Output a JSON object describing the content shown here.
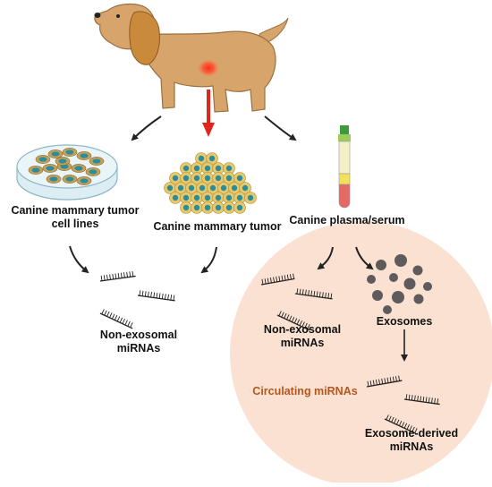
{
  "labels": {
    "cell_lines_line1": "Canine mammary tumor",
    "cell_lines_line2": "cell lines",
    "tumor": "Canine mammary tumor",
    "plasma": "Canine plasma/serum",
    "nonexo_left_line1": "Non-exosomal",
    "nonexo_left_line2": "miRNAs",
    "nonexo_right_line1": "Non-exosomal",
    "nonexo_right_line2": "miRNAs",
    "exosomes": "Exosomes",
    "circulating": "Circulating miRNAs",
    "exo_derived_line1": "Exosome-derived",
    "exo_derived_line2": "miRNAs"
  },
  "colors": {
    "circle_fill": "#fbe1d1",
    "dog_body": "#d7a56b",
    "dog_ear": "#c98a3c",
    "tumor_spot": "#e8251c",
    "red_arrow": "#e0261c",
    "exosome": "#5f5a5c",
    "cell_outer": "#e8c96e",
    "cell_nucleus": "#2b8d9a",
    "circulating_text": "#b5561f"
  }
}
